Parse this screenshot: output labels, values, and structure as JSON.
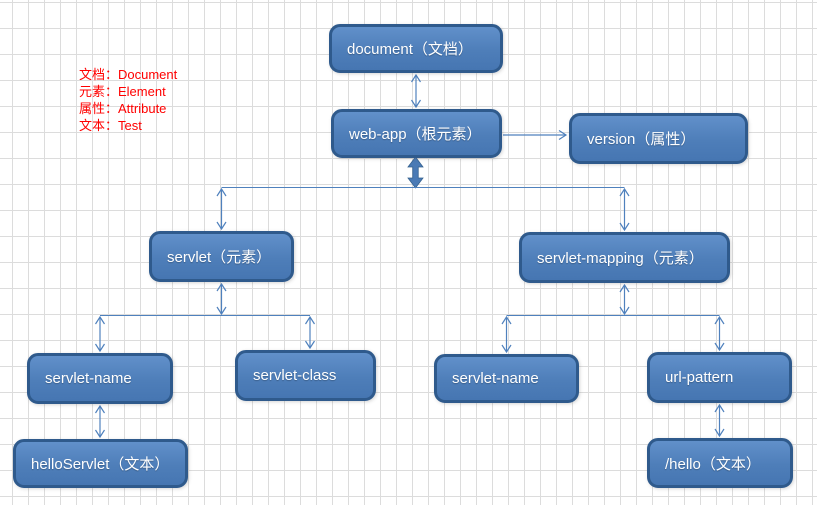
{
  "legend": {
    "items": [
      {
        "text": "文档：Document"
      },
      {
        "text": "元素：Element"
      },
      {
        "text": "属性：Attribute"
      },
      {
        "text": "文本：Test"
      }
    ]
  },
  "nodes": {
    "document": "document（文档）",
    "web_app": "web-app（根元素）",
    "version": "version（属性）",
    "servlet": "servlet（元素）",
    "servlet_mapping": "servlet-mapping（元素）",
    "servlet_name_left": "servlet-name",
    "servlet_class": "servlet-class",
    "servlet_name_right": "servlet-name",
    "url_pattern": "url-pattern",
    "hello_servlet": "helloServlet（文本）",
    "hello_value": "/hello（文本）"
  },
  "colors": {
    "node_fill": "#4f81bd",
    "node_border": "#2f5a8c",
    "node_text": "#ffffff",
    "connector": "#4f81bd",
    "legend_text": "#ff0000",
    "grid_line": "#dcdcdc"
  }
}
